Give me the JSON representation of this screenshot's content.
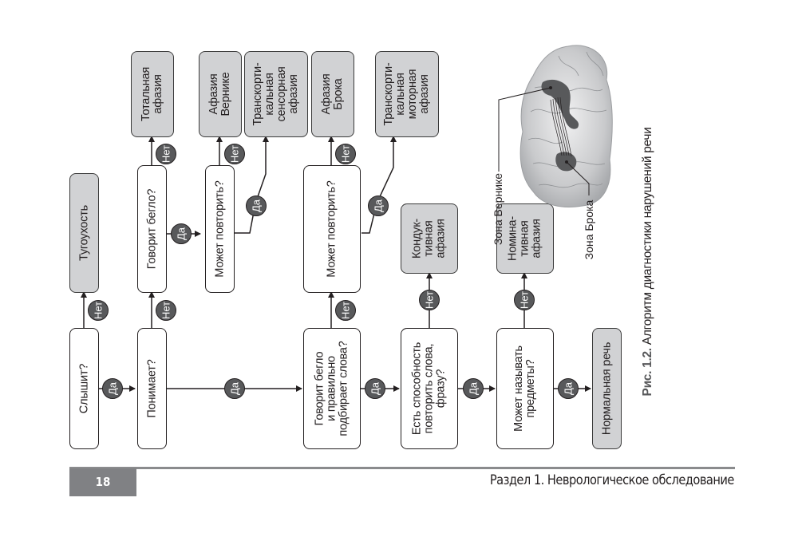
{
  "flowchart": {
    "nodes": {
      "hears": "Слышит?",
      "understands": "Понимает?",
      "fluent_words": "Говорит бегло\nи правильно\nподбирает слова?",
      "can_repeat_phrase": "Есть способность\nповторить слова,\nфразу?",
      "can_name": "Может называть\nпредметы?",
      "normal_speech": "Нормальная речь",
      "deafness": "Тугоухость",
      "speaks_fluently": "Говорит бегло?",
      "can_repeat_1": "Может повторить?",
      "can_repeat_2": "Может повторить?",
      "conduction": "Кондук-\nтивная\nафазия",
      "nominative": "Номина-\nтивная\nафазия",
      "total": "Тотальная\nафазия",
      "wernicke": "Афазия\nВернике",
      "tc_sensory": "Транскорти-\nкальная\nсенсорная\nафазия",
      "broca": "Афазия\nБрока",
      "tc_motor": "Транскорти-\nкальная\nмоторная\nафазия"
    },
    "labels": {
      "yes": "Да",
      "no": "Нет"
    }
  },
  "brain": {
    "wernicke_label": "Зона Вернике",
    "broca_label": "Зона Брока"
  },
  "caption": {
    "number": "Рис. 1.2.",
    "text": " Алгоритм диагностики нарушений речи"
  },
  "footer": {
    "page_number": "18",
    "section_title": "Раздел 1. Неврологическое обследование"
  }
}
